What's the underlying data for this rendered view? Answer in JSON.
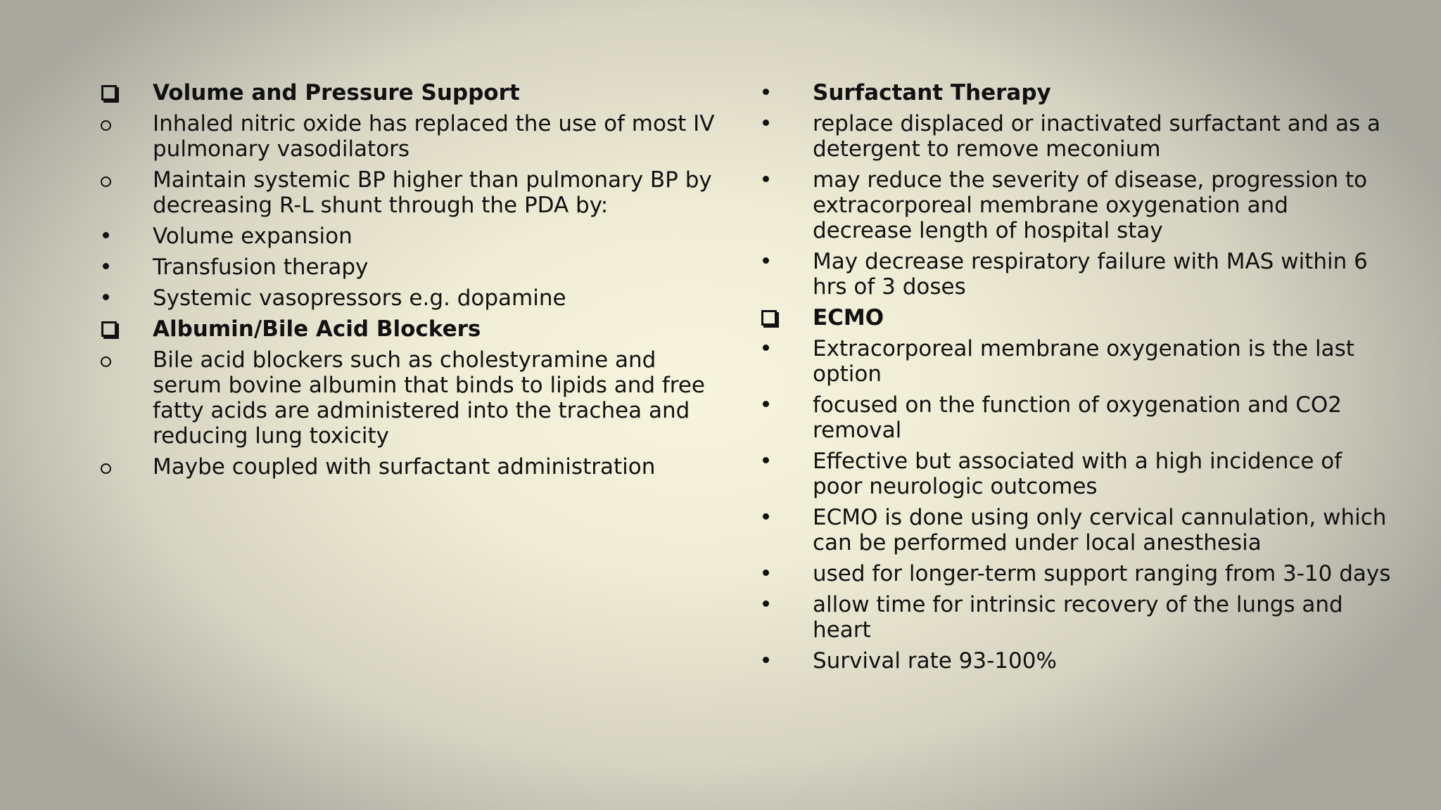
{
  "left_column": [
    {
      "marker": "box",
      "bold": true,
      "text": "Volume and Pressure Support"
    },
    {
      "marker": "circle",
      "bold": false,
      "text": "Inhaled nitric oxide has replaced the use of most IV pulmonary vasodilators"
    },
    {
      "marker": "circle",
      "bold": false,
      "text": "Maintain systemic BP higher than pulmonary BP by decreasing R-L shunt through the PDA by:"
    },
    {
      "marker": "dot",
      "bold": false,
      "text": "Volume expansion"
    },
    {
      "marker": "dot",
      "bold": false,
      "text": "Transfusion therapy"
    },
    {
      "marker": "dot",
      "bold": false,
      "text": "Systemic vasopressors e.g. dopamine"
    },
    {
      "marker": "box",
      "bold": true,
      "text": "Albumin/Bile Acid Blockers"
    },
    {
      "marker": "circle",
      "bold": false,
      "text": "Bile acid blockers such as cholestyramine and serum bovine albumin that binds to lipids and free fatty acids are administered into the trachea and reducing lung toxicity"
    },
    {
      "marker": "circle",
      "bold": false,
      "text": "Maybe coupled with surfactant administration"
    }
  ],
  "right_column": [
    {
      "marker": "dot",
      "bold": true,
      "text": "Surfactant Therapy"
    },
    {
      "marker": "dot",
      "bold": false,
      "text": "replace displaced or inactivated surfactant and as a detergent to remove meconium"
    },
    {
      "marker": "dot",
      "bold": false,
      "text": "may reduce the severity of disease, progression to extracorporeal membrane oxygenation and decrease length of hospital stay"
    },
    {
      "marker": "dot",
      "bold": false,
      "text": "May decrease respiratory failure with MAS within 6 hrs of 3 doses"
    },
    {
      "marker": "box",
      "bold": true,
      "text": "ECMO"
    },
    {
      "marker": "dot",
      "bold": false,
      "text": "Extracorporeal membrane oxygenation is the last option"
    },
    {
      "marker": "dot",
      "bold": false,
      "text": "focused on the function of oxygenation and CO2 removal"
    },
    {
      "marker": "dot",
      "bold": false,
      "text": "Effective but associated with a high incidence of poor neurologic outcomes"
    },
    {
      "marker": "dot",
      "bold": false,
      "text": "ECMO is done using only cervical cannulation, which can be performed under local anesthesia"
    },
    {
      "marker": "dot",
      "bold": false,
      "text": "used for longer-term support ranging from 3-10 days"
    },
    {
      "marker": "dot",
      "bold": false,
      "text": "allow time for intrinsic recovery of the lungs and heart"
    },
    {
      "marker": "dot",
      "bold": false,
      "text": "Survival rate 93-100%"
    }
  ]
}
